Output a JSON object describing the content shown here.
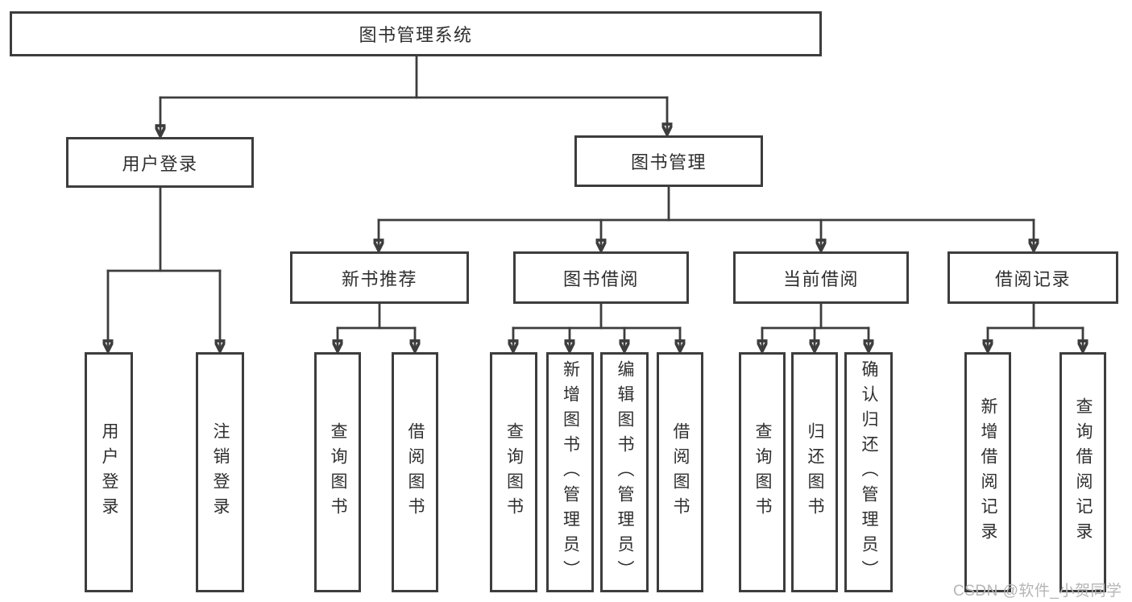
{
  "diagram_title": "图书管理系统",
  "colors": {
    "line": "#3d3d3d",
    "text": "#2f2f2f",
    "background": "#ffffff",
    "watermark": "#b5b5b5"
  },
  "tree": {
    "root": {
      "label": "图书管理系统"
    },
    "level2": [
      {
        "label": "用户登录",
        "children": [
          {
            "label": "用户登录"
          },
          {
            "label": "注销登录"
          }
        ]
      },
      {
        "label": "图书管理",
        "children": [
          {
            "label": "新书推荐",
            "children": [
              {
                "label": "查询图书"
              },
              {
                "label": "借阅图书"
              }
            ]
          },
          {
            "label": "图书借阅",
            "children": [
              {
                "label": "查询图书"
              },
              {
                "label": "新增图书（管理员）"
              },
              {
                "label": "编辑图书（管理员）"
              },
              {
                "label": "借阅图书"
              }
            ]
          },
          {
            "label": "当前借阅",
            "children": [
              {
                "label": "查询图书"
              },
              {
                "label": "归还图书"
              },
              {
                "label": "确认归还（管理员）"
              }
            ]
          },
          {
            "label": "借阅记录",
            "children": [
              {
                "label": "新增借阅记录"
              },
              {
                "label": "查询借阅记录"
              }
            ]
          }
        ]
      }
    ]
  },
  "watermark": {
    "text": "CSDN @软件_小贺同学"
  }
}
